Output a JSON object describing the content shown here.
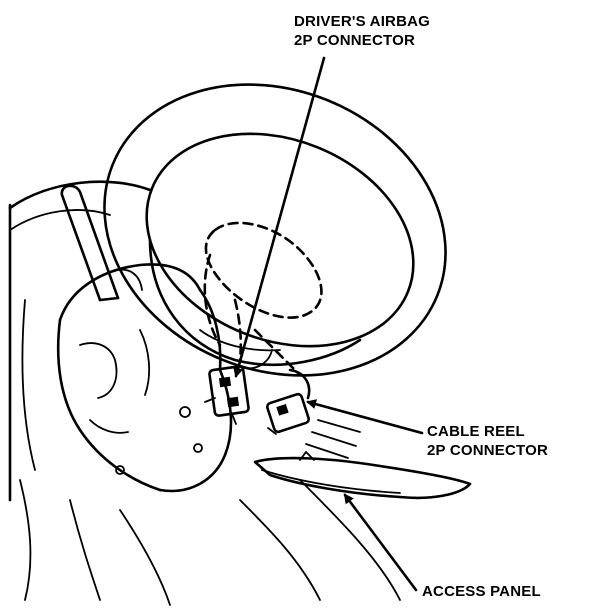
{
  "labels": {
    "driver_airbag_line1": "DRIVER'S AIRBAG",
    "driver_airbag_line2": "2P CONNECTOR",
    "cable_reel_line1": "CABLE REEL",
    "cable_reel_line2": "2P CONNECTOR",
    "access_panel": "ACCESS PANEL"
  }
}
